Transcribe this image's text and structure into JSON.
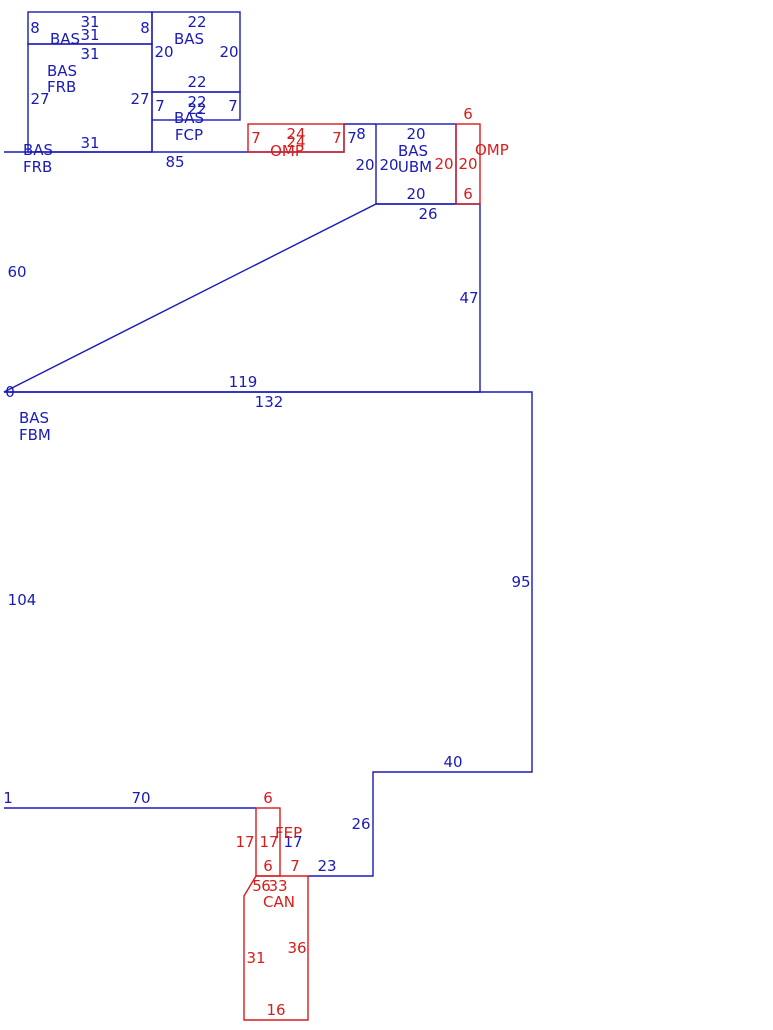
{
  "colors": {
    "base": "#1a1ab8",
    "overlay": "#d81c1c",
    "background": "#ffffff"
  },
  "areas": {
    "bas_top_small": {
      "code": "BAS",
      "dims": {
        "top": "31",
        "top2": "31",
        "left": "8",
        "right": "8",
        "bottom": "31"
      }
    },
    "bas_frb_upper": {
      "code": "BAS",
      "sub": "FRB",
      "dims": {
        "left": "27",
        "right": "27",
        "bottom": "31"
      }
    },
    "bas_box_20": {
      "code": "BAS",
      "dims": {
        "top": "22",
        "left": "20",
        "right": "20",
        "bottom": "22"
      }
    },
    "bas_fcp": {
      "code": "BAS",
      "sub": "FCP",
      "dims": {
        "top": "22",
        "top2": "22",
        "left": "7",
        "right": "7",
        "bottom": "85"
      }
    },
    "omp_left": {
      "code": "OMP",
      "dims": {
        "top": "24",
        "top2": "24",
        "left": "7",
        "right": "7"
      }
    },
    "bas_ubm": {
      "code": "BAS",
      "sub": "UBM",
      "dims": {
        "top": "20",
        "left": "20",
        "left_outer": "20",
        "bottom": "20",
        "below": "26",
        "corner": "8",
        "corner_left": "7"
      }
    },
    "omp_right": {
      "code": "OMP",
      "dims": {
        "top": "6",
        "left": "20",
        "right": "20",
        "bottom": "6"
      }
    },
    "bas_frb_lower": {
      "code": "BAS",
      "sub": "FRB",
      "dims": {
        "left": "60",
        "right": "47",
        "bottom": "119"
      }
    },
    "bas_fbm": {
      "code": "BAS",
      "sub": "FBM",
      "dims": {
        "top": "132",
        "corner": "0",
        "left": "104",
        "right": "95",
        "step_top": "40",
        "step_side": "26",
        "bottom": "70",
        "corner_bottom": "1",
        "notch_bottom": "23"
      }
    },
    "fep": {
      "code": "FEP",
      "dims": {
        "top": "6",
        "left": "17",
        "inner_left": "17",
        "inner_right": "17",
        "bottom": "6",
        "right_bottom": "7"
      }
    },
    "can": {
      "code": "CAN",
      "dims": {
        "diag": "5",
        "top_a": "6",
        "top_b": "33",
        "left": "31",
        "right": "36",
        "bottom": "16"
      }
    }
  }
}
